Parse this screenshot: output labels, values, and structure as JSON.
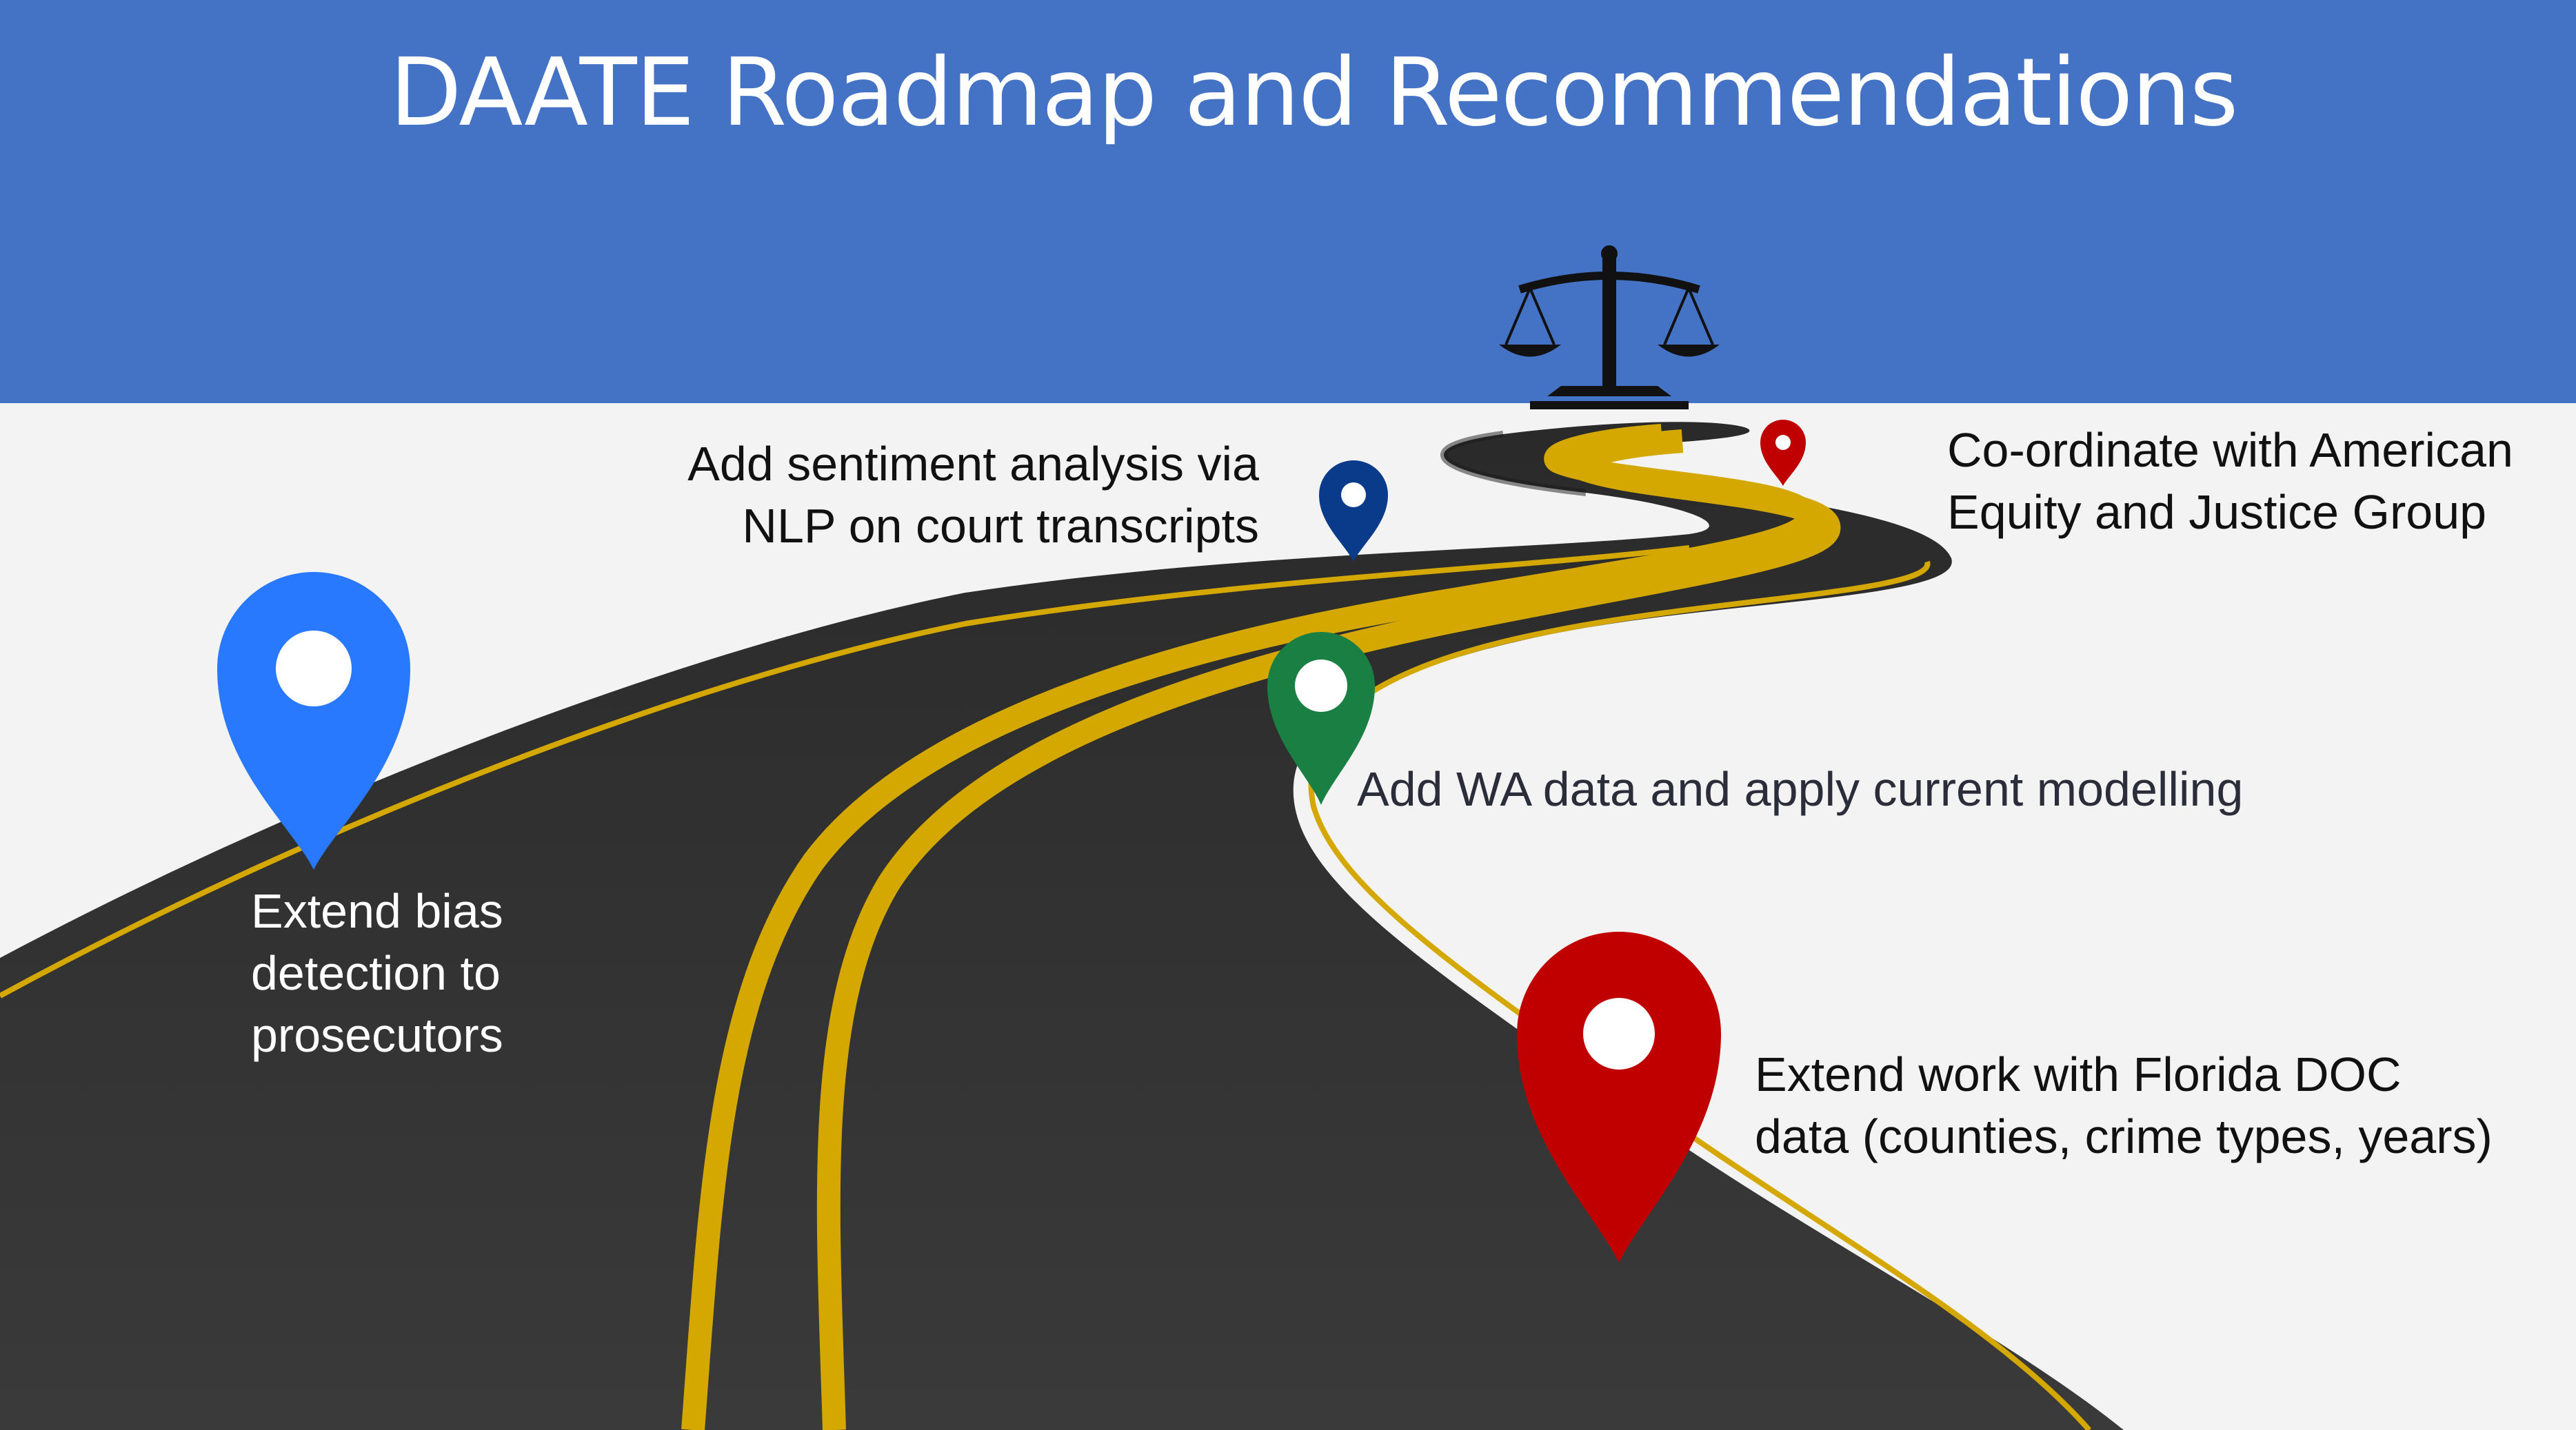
{
  "slide": {
    "title": "DAATE Roadmap and Recommendations"
  },
  "colors": {
    "header_band": "#4472c4",
    "background": "#f3f3f3",
    "road": "#333333",
    "road_line": "#d4a800",
    "pin_blue_light": "#2979ff",
    "pin_blue_dark": "#0a3a8a",
    "pin_green": "#1a7f43",
    "pin_red": "#c00000"
  },
  "milestones": {
    "sentiment": {
      "lines": [
        "Add sentiment analysis via",
        "NLP on court transcripts"
      ],
      "pin_color": "#0a3a8a"
    },
    "coordinate": {
      "lines": [
        "Co-ordinate with American",
        "Equity and Justice Group"
      ],
      "pin_color": "#c00000"
    },
    "wa_data": {
      "lines": [
        "Add WA data and apply current modelling"
      ],
      "pin_color": "#1a7f43"
    },
    "bias_detection": {
      "lines": [
        "Extend bias",
        "detection to",
        "prosecutors"
      ],
      "pin_color": "#2979ff"
    },
    "florida": {
      "lines": [
        "Extend work with Florida DOC",
        "data (counties, crime types, years)"
      ],
      "pin_color": "#c00000"
    }
  },
  "icons": {
    "destination": "scales-of-justice-icon"
  }
}
